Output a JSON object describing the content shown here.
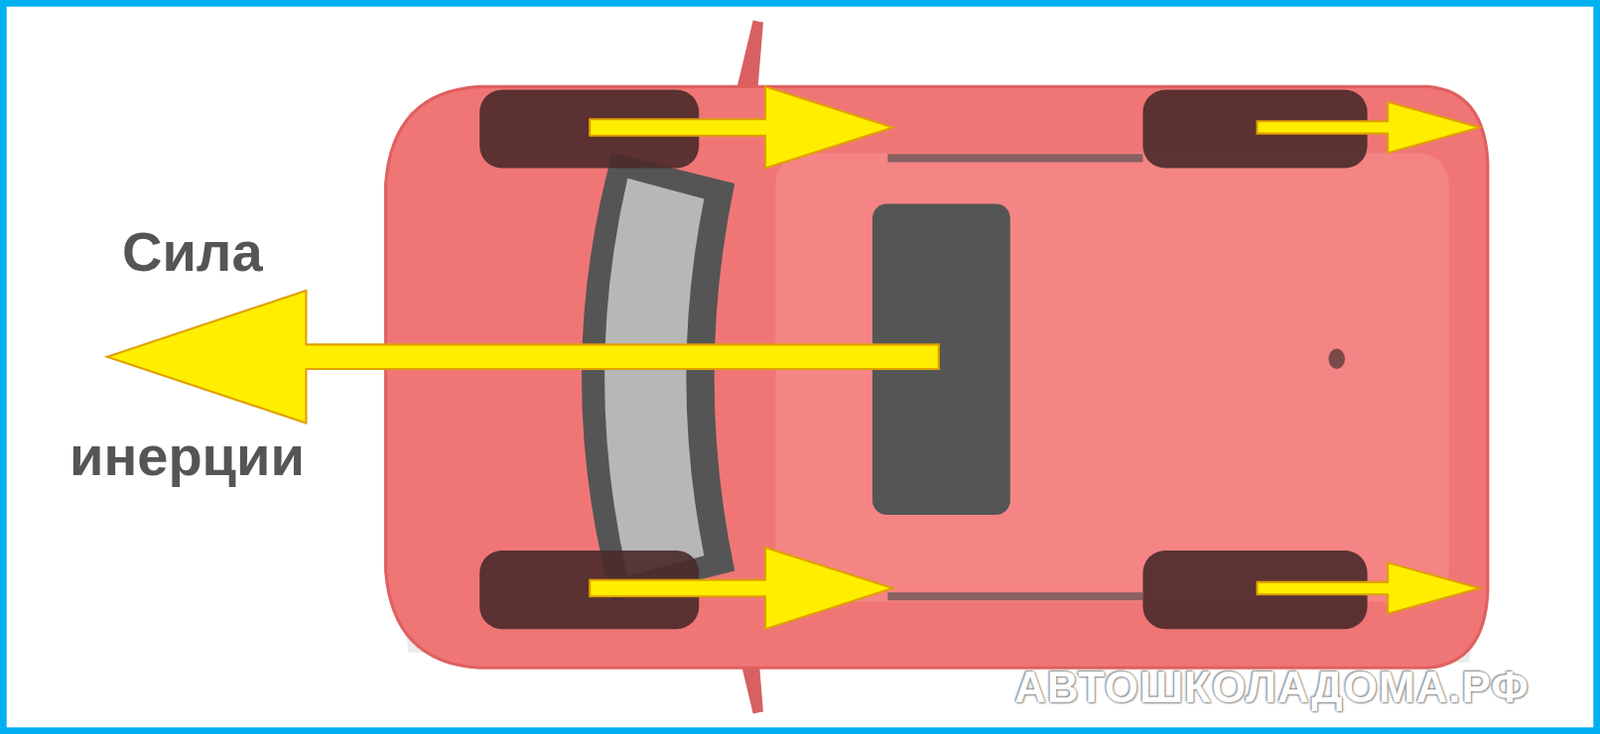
{
  "diagram": {
    "labels": [
      "Сила",
      "инерции",
      "АВТОШКОЛАДОМА.РФ"
    ]
  }
}
